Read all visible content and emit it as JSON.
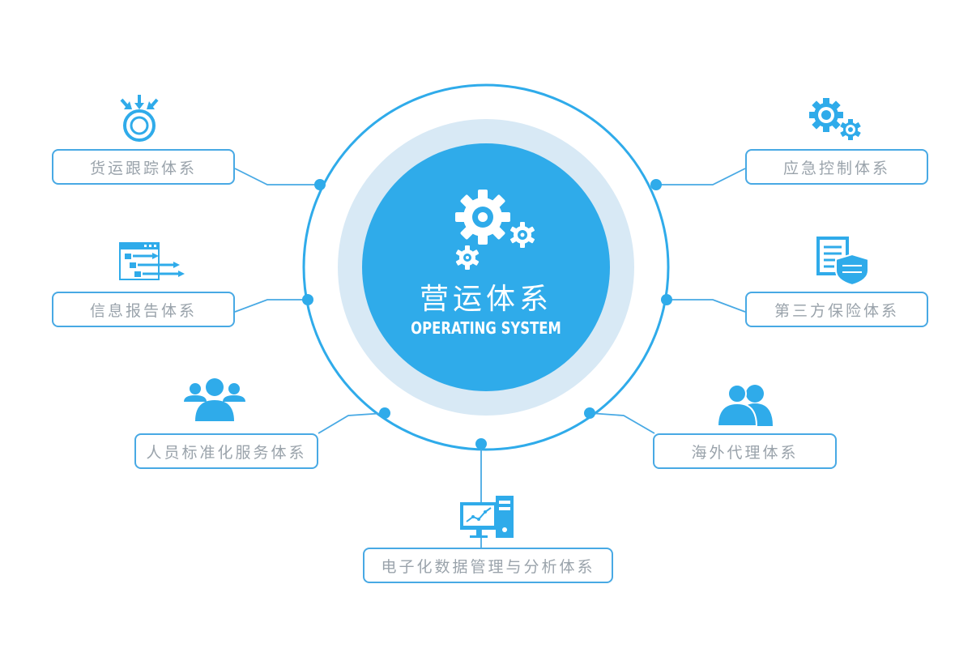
{
  "colors": {
    "accent": "#2fabea",
    "box_border": "#48a9e4",
    "halo": "#d8e9f5",
    "label_text": "#9aa3ab"
  },
  "center": {
    "title": "营运体系",
    "subtitle": "OPERATING SYSTEM",
    "icon": "gears-icon"
  },
  "nodes": [
    {
      "id": "cargo-tracking",
      "label": "货运跟踪体系",
      "icon": "target-arrows-icon"
    },
    {
      "id": "info-report",
      "label": "信息报告体系",
      "icon": "report-list-icon"
    },
    {
      "id": "staff-service",
      "label": "人员标准化服务体系",
      "icon": "people-group-icon"
    },
    {
      "id": "data-management",
      "label": "电子化数据管理与分析体系",
      "icon": "computer-chart-icon"
    },
    {
      "id": "overseas-agent",
      "label": "海外代理体系",
      "icon": "two-people-icon"
    },
    {
      "id": "third-party-insurance",
      "label": "第三方保险体系",
      "icon": "document-shield-icon"
    },
    {
      "id": "emergency-control",
      "label": "应急控制体系",
      "icon": "cogs-icon"
    }
  ]
}
